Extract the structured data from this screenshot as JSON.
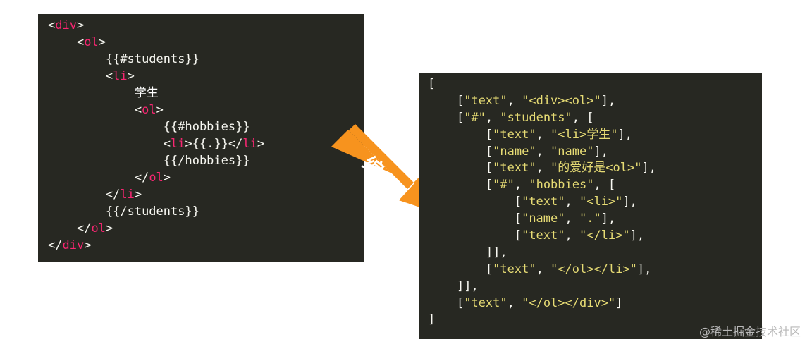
{
  "left_code": {
    "l1": {
      "open": "<",
      "tag": "div",
      "close": ">"
    },
    "l2": {
      "open": "<",
      "tag": "ol",
      "close": ">"
    },
    "l3": "{{#students}}",
    "l4": {
      "open": "<",
      "tag": "li",
      "close": ">"
    },
    "l5": "学生",
    "l6": {
      "open": "<",
      "tag": "ol",
      "close": ">"
    },
    "l7": "{{#hobbies}}",
    "l8": {
      "open": "<",
      "tag": "li",
      "mid": ">{{.}}</",
      "tag2": "li",
      "close": ">"
    },
    "l9": "{{/hobbies}}",
    "l10": {
      "open": "</",
      "tag": "ol",
      "close": ">"
    },
    "l11": {
      "open": "</",
      "tag": "li",
      "close": ">"
    },
    "l12": "{{/students}}",
    "l13": {
      "open": "</",
      "tag": "ol",
      "close": ">"
    },
    "l14": {
      "open": "</",
      "tag": "div",
      "close": ">"
    }
  },
  "arrow": {
    "label_1": "编",
    "label_2": "译",
    "color": "#f7931e"
  },
  "right_code": {
    "r1": "[",
    "r2": {
      "pre": "[",
      "s1": "\"text\"",
      "sep": ", ",
      "s2": "\"<div><ol>\"",
      "post": "],"
    },
    "r3": {
      "pre": "[",
      "s1": "\"#\"",
      "sep": ", ",
      "s2": "\"students\"",
      "post": ", ["
    },
    "r4": {
      "pre": "[",
      "s1": "\"text\"",
      "sep": ", ",
      "s2": "\"<li>学生\"",
      "post": "],"
    },
    "r5": {
      "pre": "[",
      "s1": "\"name\"",
      "sep": ", ",
      "s2": "\"name\"",
      "post": "],"
    },
    "r6": {
      "pre": "[",
      "s1": "\"text\"",
      "sep": ", ",
      "s2": "\"的爱好是<ol>\"",
      "post": "],"
    },
    "r7": {
      "pre": "[",
      "s1": "\"#\"",
      "sep": ", ",
      "s2": "\"hobbies\"",
      "post": ", ["
    },
    "r8": {
      "pre": "[",
      "s1": "\"text\"",
      "sep": ", ",
      "s2": "\"<li>\"",
      "post": "],"
    },
    "r9": {
      "pre": "[",
      "s1": "\"name\"",
      "sep": ", ",
      "s2": "\".\"",
      "post": "],"
    },
    "r10": {
      "pre": "[",
      "s1": "\"text\"",
      "sep": ", ",
      "s2": "\"</li>\"",
      "post": "],"
    },
    "r11": "]],",
    "r12": {
      "pre": "[",
      "s1": "\"text\"",
      "sep": ", ",
      "s2": "\"</ol></li>\"",
      "post": "],"
    },
    "r13": "]],",
    "r14": {
      "pre": "[",
      "s1": "\"text\"",
      "sep": ", ",
      "s2": "\"</ol></div>\"",
      "post": "]"
    },
    "r15": "]"
  },
  "watermark": "@稀土掘金技术社区",
  "colors": {
    "panel_bg": "#272822",
    "tag": "#f92672",
    "string": "#e6db74",
    "text": "#f8f8f2"
  }
}
